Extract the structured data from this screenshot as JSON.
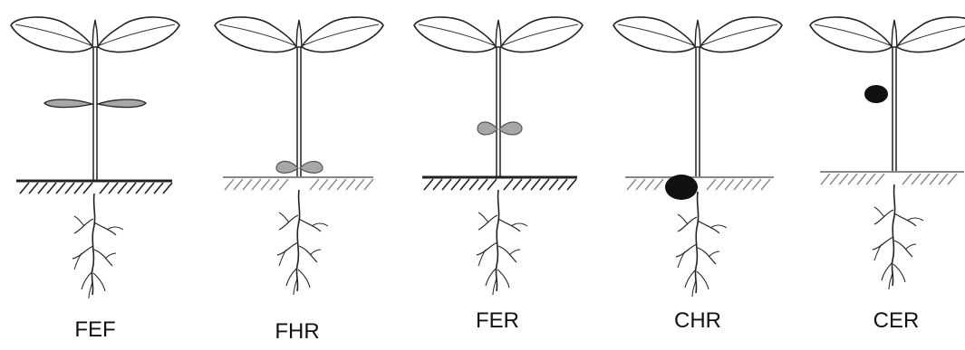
{
  "figure": {
    "panels": [
      {
        "label": "FEF",
        "cotyledon_shape": "long-flat",
        "cotyledon_position": "epigeal",
        "cotyledon_color": "#a7a7a7"
      },
      {
        "label": "FHR",
        "cotyledon_shape": "small-pair",
        "cotyledon_position": "at-ground",
        "cotyledon_color": "#a7a7a7"
      },
      {
        "label": "FER",
        "cotyledon_shape": "small-pair",
        "cotyledon_position": "epigeal",
        "cotyledon_color": "#a7a7a7"
      },
      {
        "label": "CHR",
        "cotyledon_shape": "seed-body",
        "cotyledon_position": "at-ground",
        "cotyledon_color": "#111111"
      },
      {
        "label": "CER",
        "cotyledon_shape": "seed-body",
        "cotyledon_position": "epigeal",
        "cotyledon_color": "#111111"
      }
    ]
  }
}
